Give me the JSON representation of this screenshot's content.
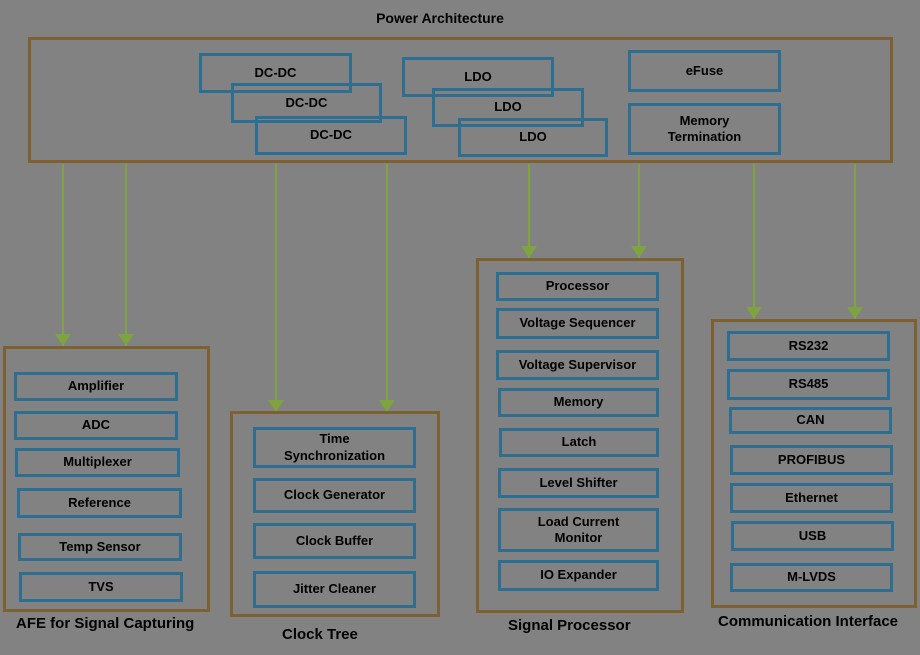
{
  "title": "Power Architecture",
  "colors": {
    "background": "#828282",
    "frame": "#7e6130",
    "block": "#2e6e90",
    "arrow": "#7da43e",
    "text": "#000000"
  },
  "power": {
    "blocks": [
      "DC-DC",
      "DC-DC",
      "DC-DC",
      "LDO",
      "LDO",
      "LDO",
      "eFuse",
      "Memory\nTermination"
    ]
  },
  "groups": [
    {
      "label": "AFE for Signal Capturing",
      "blocks": [
        "Amplifier",
        "ADC",
        "Multiplexer",
        "Reference",
        "Temp Sensor",
        "TVS"
      ]
    },
    {
      "label": "Clock Tree",
      "blocks": [
        "Time\nSynchronization",
        "Clock Generator",
        "Clock Buffer",
        "Jitter Cleaner"
      ]
    },
    {
      "label": "Signal Processor",
      "blocks": [
        "Processor",
        "Voltage Sequencer",
        "Voltage Supervisor",
        "Memory",
        "Latch",
        "Level Shifter",
        "Load Current\nMonitor",
        "IO Expander"
      ]
    },
    {
      "label": "Communication Interface",
      "blocks": [
        "RS232",
        "RS485",
        "CAN",
        "PROFIBUS",
        "Ethernet",
        "USB",
        "M-LVDS"
      ]
    }
  ]
}
